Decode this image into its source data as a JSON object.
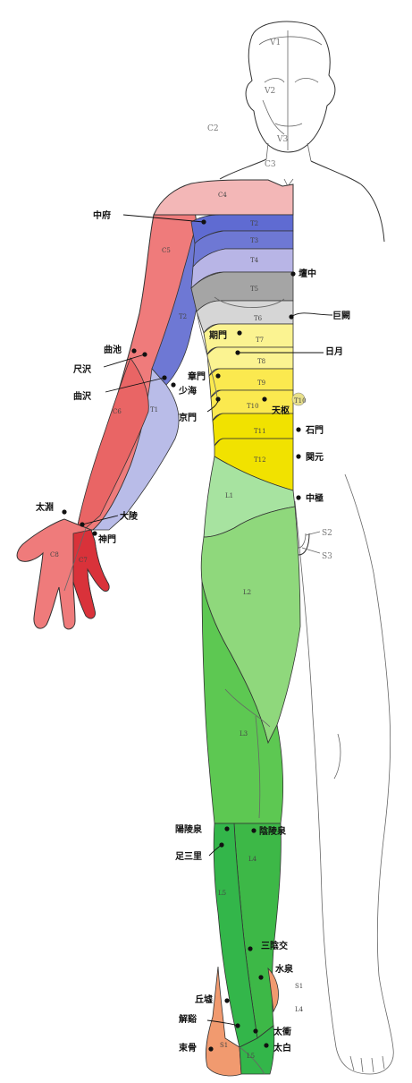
{
  "colors": {
    "trigeminal": "#ffffff",
    "c4": "#f3b7b7",
    "c5": "#ef7b7b",
    "c6": "#e96565",
    "c7": "#d9323a",
    "c8": "#b9bce8",
    "t1": "#b9bce8",
    "t2": "#5f6bd2",
    "t3": "#6e78d4",
    "t4": "#b8b5e6",
    "t5": "#a5a5a5",
    "t6": "#d6d6d6",
    "t7_t8": "#fbf391",
    "t9_t10": "#fbe94f",
    "t11_t12": "#f1e200",
    "l1": "#a7e3a0",
    "l2": "#8fd87c",
    "l3": "#5dc852",
    "l4": "#3db847",
    "l5": "#33b64a",
    "s1": "#f19a6f",
    "point": "#111111"
  },
  "dermatomes": {
    "head": [
      "V1",
      "V2",
      "V3",
      "C2",
      "C3"
    ],
    "trunk": [
      "C4",
      "T2",
      "T3",
      "T4",
      "T5",
      "T6",
      "T7",
      "T8",
      "T9",
      "T10",
      "T11",
      "T12",
      "L1"
    ],
    "arm": [
      "C5",
      "T2",
      "C6",
      "T1",
      "C8",
      "C7"
    ],
    "leg": [
      "L2",
      "L3",
      "L4",
      "L5",
      "S1",
      "L5"
    ],
    "pelvis": [
      "S2",
      "S3"
    ],
    "ankle": [
      "S1",
      "L4"
    ],
    "small": [
      "T10"
    ]
  },
  "acupoints": {
    "zhongfu": "中府",
    "quchi": "曲池",
    "chize": "尺沢",
    "quze": "曲沢",
    "shaohai": "少海",
    "taiyuan": "太淵",
    "daling": "大陵",
    "shenmen": "神門",
    "danzhong": "壇中",
    "juque": "巨闕",
    "riyue": "日月",
    "qimen": "期門",
    "zhangmen": "章門",
    "jingmen": "京門",
    "tianshu": "天枢",
    "shimen": "石門",
    "guanyuan": "関元",
    "zhongji": "中極",
    "yanglingquan": "陽陵泉",
    "yinlingquan": "陰陵泉",
    "zusanli": "足三里",
    "sanyinjiao": "三陰交",
    "shuiquan": "水泉",
    "qiuxu": "丘墟",
    "jiexi": "解谿",
    "taichong": "太衝",
    "shugu": "束骨",
    "taibai": "太白"
  }
}
